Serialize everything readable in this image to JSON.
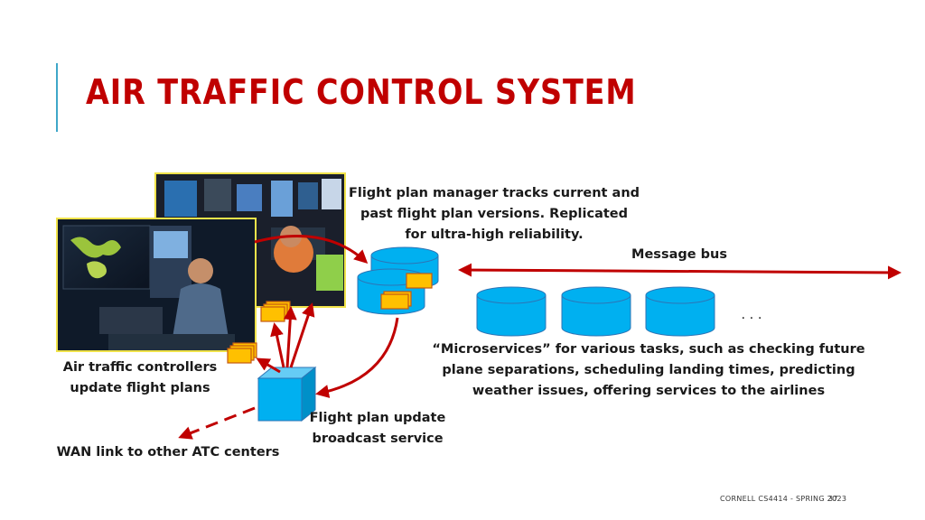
{
  "title": "AIR TRAFFIC CONTROL SYSTEM",
  "labels": {
    "flight_plan_manager": [
      "Flight plan manager tracks current and",
      "past flight plan versions.  Replicated",
      "for ultra-high reliability."
    ],
    "message_bus": "Message bus",
    "ellipsis": ". . .",
    "microservices": [
      "“Microservices” for various tasks, such as checking future",
      "plane separations, scheduling landing times, predicting",
      "weather issues, offering services to the airlines"
    ],
    "controllers": [
      "Air traffic controllers",
      "update flight plans"
    ],
    "broadcast_service": [
      "Flight plan update",
      "broadcast service"
    ],
    "wan_link": "WAN link to other ATC centers"
  },
  "footer": {
    "course": "CORNELL CS4414 - SPRING 2023",
    "page": "37"
  },
  "colors": {
    "title": "#c00000",
    "arrow": "#c00000",
    "cylinder": "#00b0f0",
    "document": "#ffc000",
    "accent": "#3fa7c9"
  }
}
